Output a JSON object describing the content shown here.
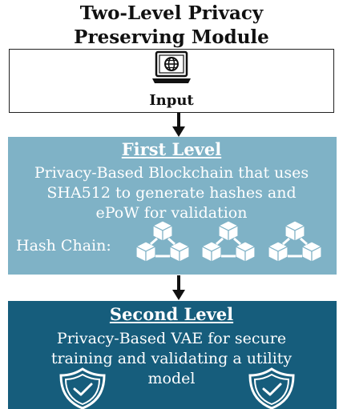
{
  "title": {
    "line1": "Two-Level Privacy",
    "line2": "Preserving Module"
  },
  "input": {
    "label": "Input",
    "icon": "laptop-globe-icon"
  },
  "first_level": {
    "title": "First Level",
    "description_lines": [
      "Privacy-Based Blockchain that uses",
      "SHA512 to generate hashes and",
      "ePoW for validation"
    ],
    "hash_chain_label": "Hash Chain:",
    "block_icon": "blockchain-blocks-icon",
    "color": "#7fb2c6"
  },
  "second_level": {
    "title": "Second Level",
    "description_lines": [
      "Privacy-Based VAE for secure",
      "training and validating a utility",
      "model"
    ],
    "shield_icon": "shield-check-icon",
    "color": "#165d7c"
  }
}
